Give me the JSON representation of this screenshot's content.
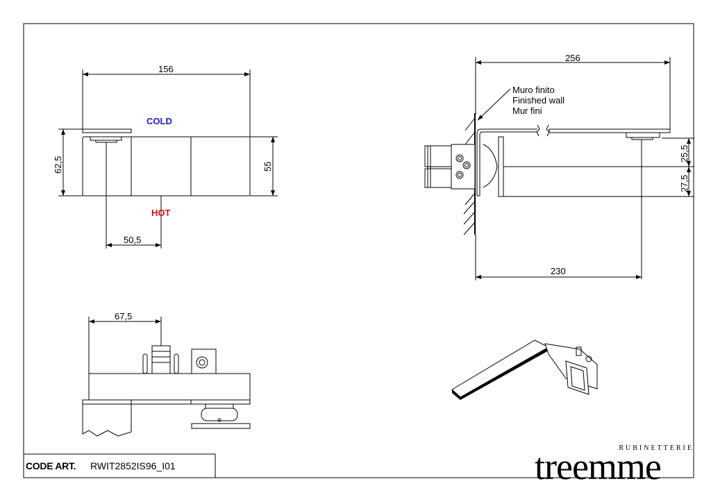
{
  "title_block": {
    "code_label": "CODE ART.",
    "code_value": "RWIT2852IS96_I01"
  },
  "brand": {
    "name": "treemme",
    "subtitle": "RUBINETTERIE"
  },
  "top_view": {
    "dim_width": "156",
    "dim_height_left": "62,5",
    "dim_height_right": "55",
    "dim_offset": "50,5",
    "label_cold": "COLD",
    "label_hot": "HOT"
  },
  "side_view": {
    "dim_total_length": "256",
    "dim_outlet": "230",
    "dim_upper": "25,5",
    "dim_lower": "27,5",
    "wall_note": [
      "Muro finito",
      "Finished wall",
      "Mur fini"
    ]
  },
  "front_view": {
    "dim_offset": "67,5"
  },
  "colors": {
    "cold": "#1a1acc",
    "hot": "#d01010"
  }
}
